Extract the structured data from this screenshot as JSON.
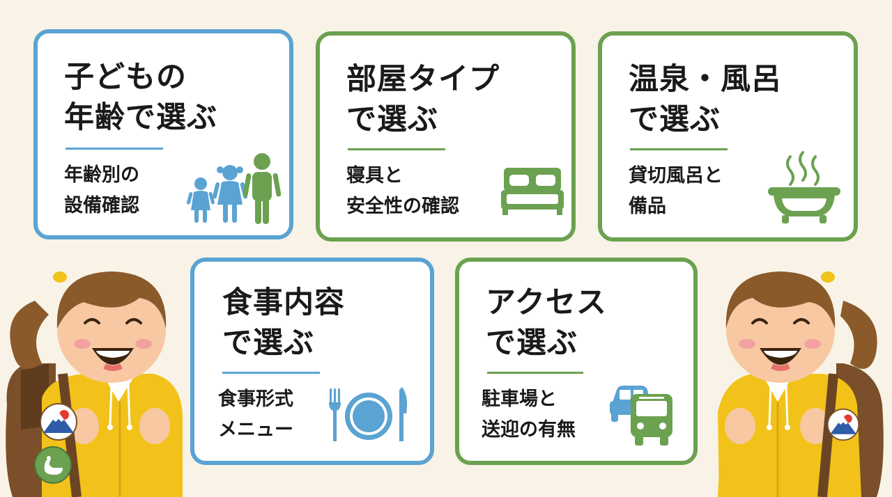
{
  "colors": {
    "background": "#f8f3e6",
    "blue": "#5aa3d3",
    "green": "#6ba150",
    "jacket": "#f2c21b",
    "hair": "#8b5a2b"
  },
  "cards": [
    {
      "id": "child-age",
      "title_lines": [
        "子どもの",
        "年齢で選ぶ"
      ],
      "sub_lines": [
        "年齢別の",
        "設備確認"
      ],
      "icon": "family-icon",
      "border": "blue"
    },
    {
      "id": "room-type",
      "title_lines": [
        "部屋タイプ",
        "で選ぶ"
      ],
      "sub_lines": [
        "寝具と",
        "安全性の確認"
      ],
      "icon": "bed-icon",
      "border": "green"
    },
    {
      "id": "onsen",
      "title_lines": [
        "温泉・風呂",
        "で選ぶ"
      ],
      "sub_lines": [
        "貸切風呂と",
        "備品"
      ],
      "icon": "bathtub-icon",
      "border": "green"
    },
    {
      "id": "meal",
      "title_lines": [
        "食事内容",
        "で選ぶ"
      ],
      "sub_lines": [
        "食事形式",
        "メニュー"
      ],
      "icon": "tableware-icon",
      "border": "blue"
    },
    {
      "id": "access",
      "title_lines": [
        "アクセス",
        "で選ぶ"
      ],
      "sub_lines": [
        "駐車場と",
        "送迎の有無"
      ],
      "icon": "car-bus-icon",
      "border": "green"
    }
  ],
  "decorations": {
    "left_character": "girl-backpack-illustration",
    "right_character": "girl-backpack-illustration",
    "badges": [
      "mount-fuji-badge-icon",
      "swan-badge-icon"
    ]
  }
}
